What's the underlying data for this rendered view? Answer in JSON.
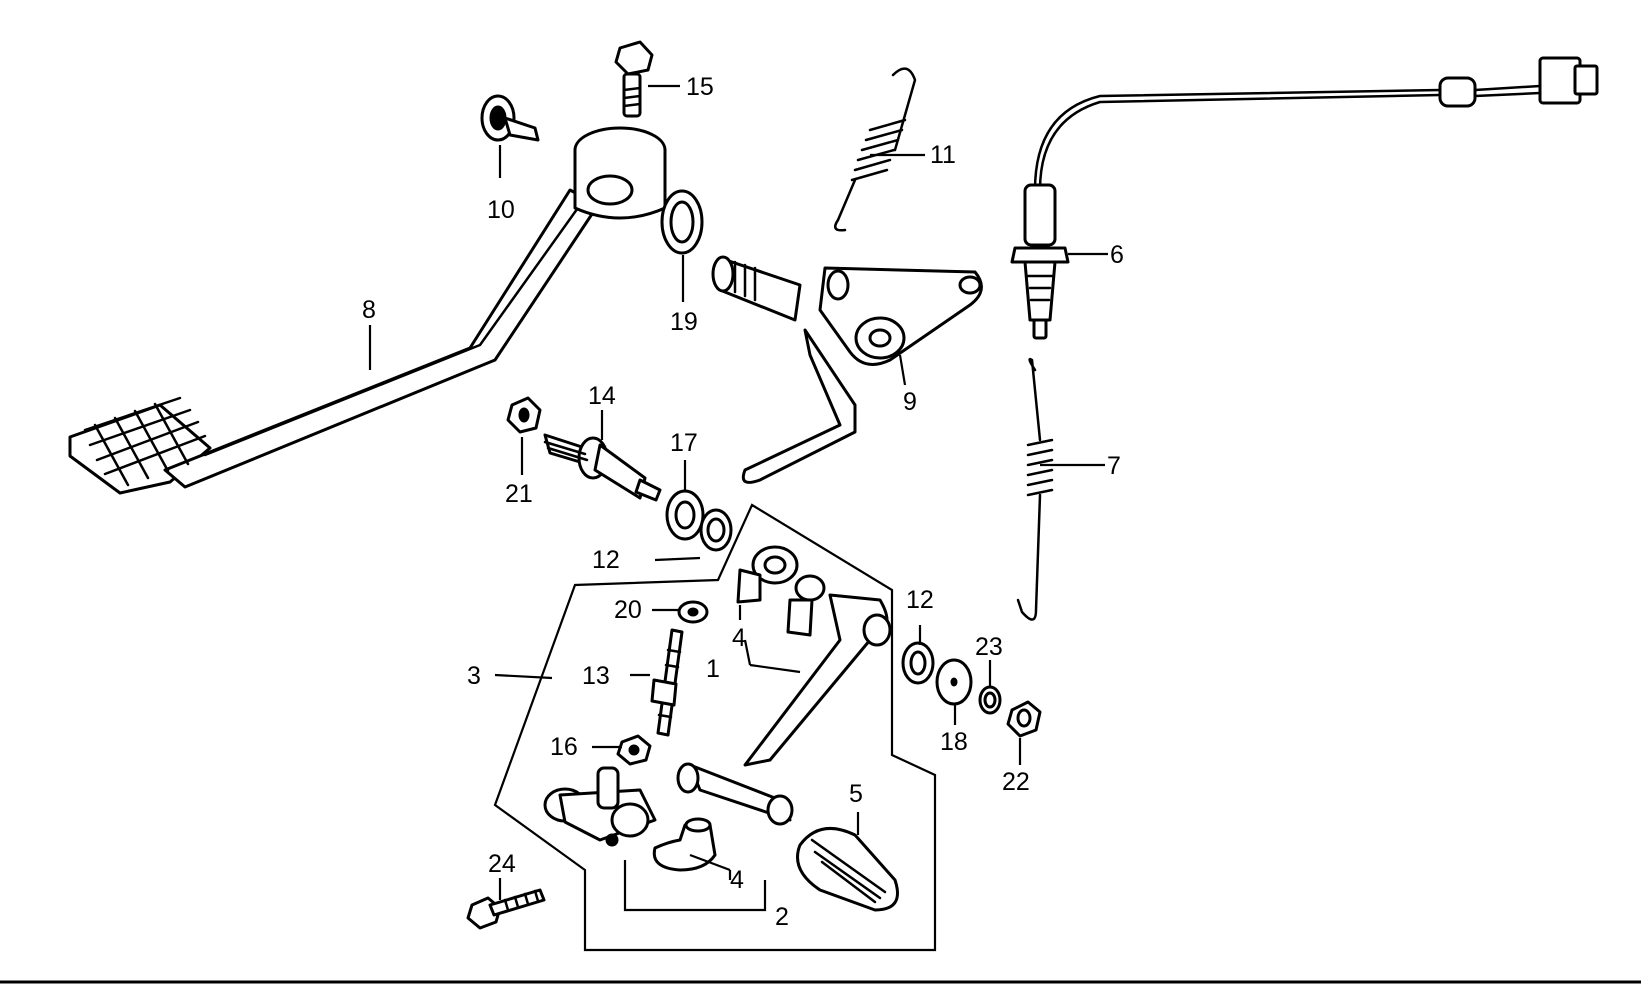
{
  "callouts": {
    "c1": "1",
    "c2": "2",
    "c3": "3",
    "c4a": "4",
    "c4b": "4",
    "c5": "5",
    "c6": "6",
    "c7": "7",
    "c8": "8",
    "c9": "9",
    "c10": "10",
    "c11": "11",
    "c12a": "12",
    "c12b": "12",
    "c13": "13",
    "c14": "14",
    "c15": "15",
    "c16": "16",
    "c17": "17",
    "c18": "18",
    "c19": "19",
    "c20": "20",
    "c21": "21",
    "c22": "22",
    "c23": "23",
    "c24": "24"
  },
  "colors": {
    "line": "#000000",
    "background": "#ffffff"
  }
}
